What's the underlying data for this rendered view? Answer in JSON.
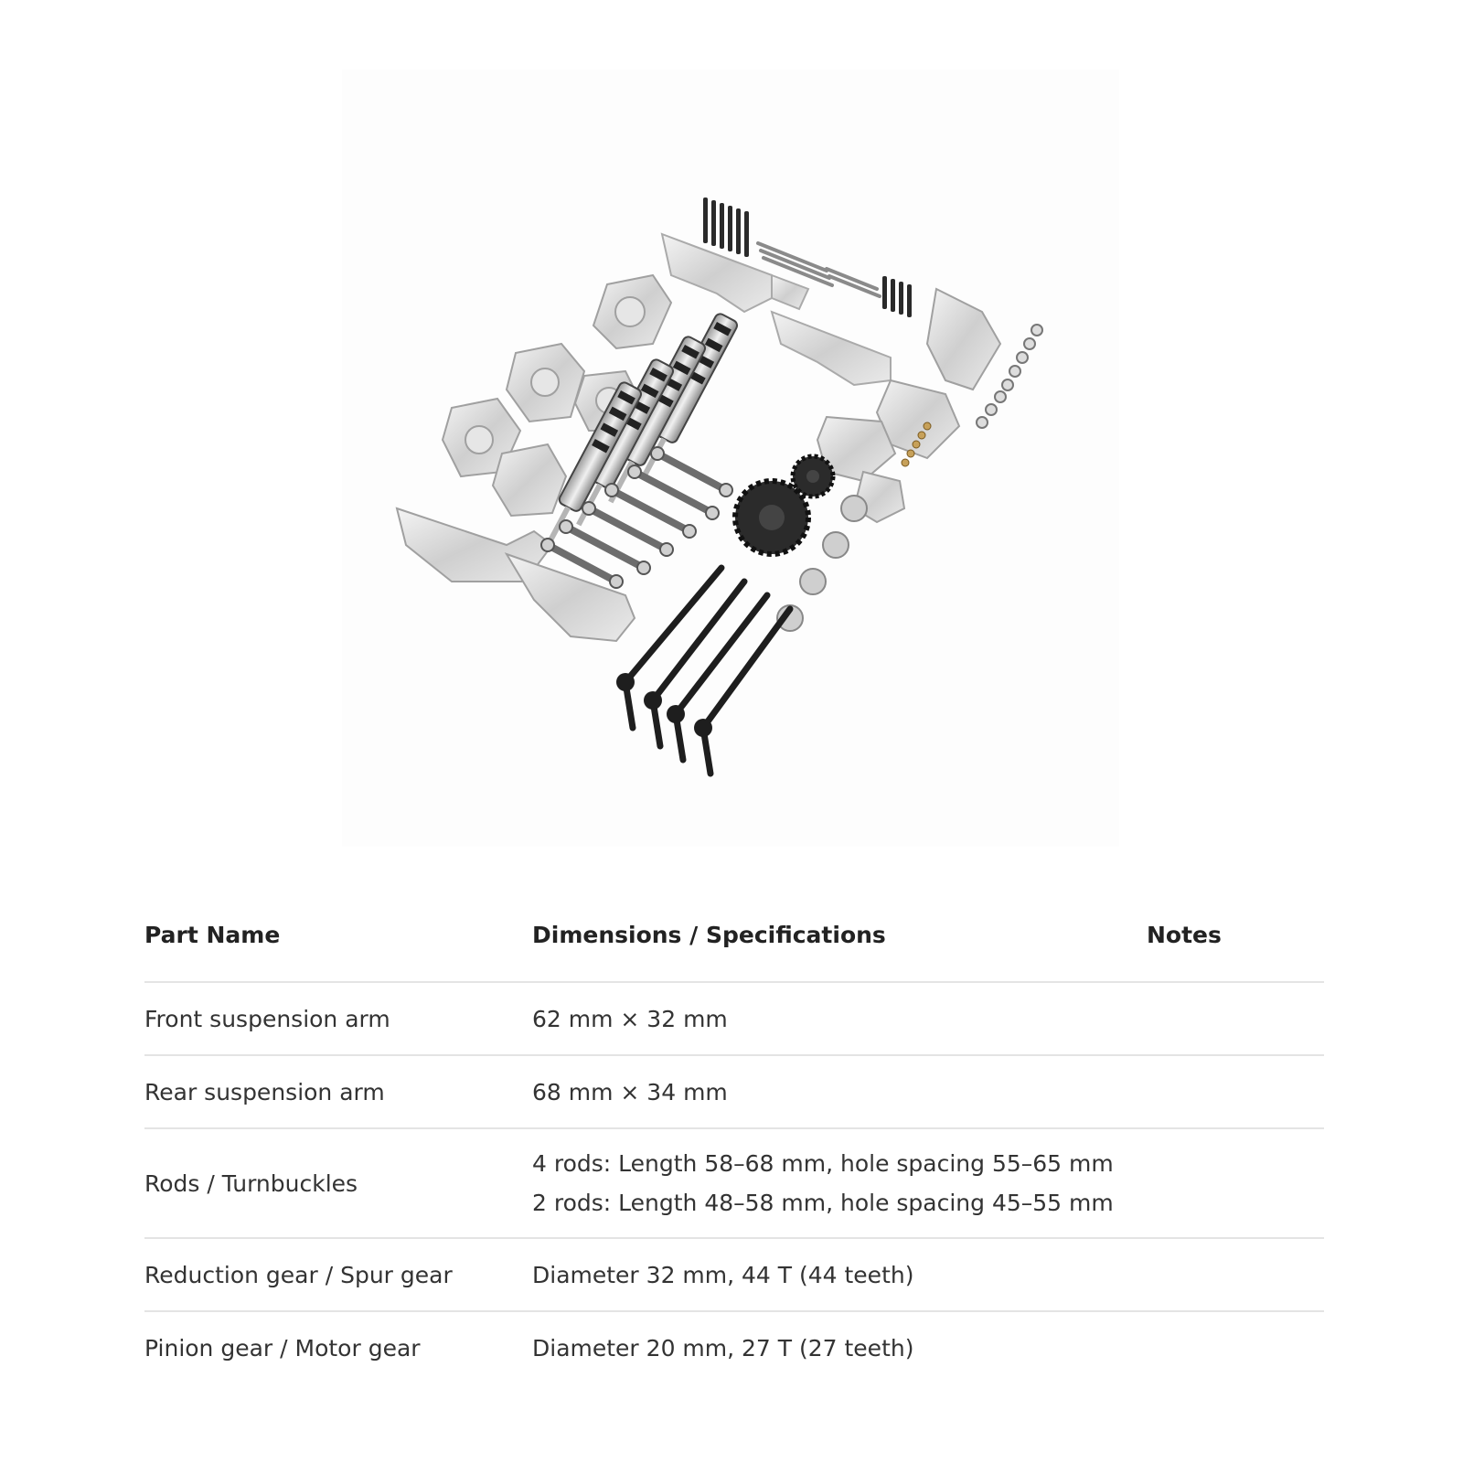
{
  "photo": {
    "icon": "rc-car-upgrade-parts-kit-photo"
  },
  "table": {
    "headers": {
      "part": "Part Name",
      "spec": "Dimensions / Specifications",
      "notes": "Notes"
    },
    "rows": [
      {
        "part": "Front suspension arm",
        "spec": [
          "62 mm × 32 mm"
        ],
        "notes": ""
      },
      {
        "part": "Rear suspension arm",
        "spec": [
          "68 mm × 34 mm"
        ],
        "notes": ""
      },
      {
        "part": "Rods / Turnbuckles",
        "spec": [
          "4 rods: Length 58–68 mm, hole spacing 55–65 mm",
          "2 rods: Length 48–58 mm, hole spacing 45–55 mm"
        ],
        "notes": ""
      },
      {
        "part": "Reduction gear / Spur gear",
        "spec": [
          "Diameter 32 mm, 44 T (44 teeth)"
        ],
        "notes": ""
      },
      {
        "part": "Pinion gear / Motor gear",
        "spec": [
          "Diameter 20 mm, 27 T (27 teeth)"
        ],
        "notes": ""
      }
    ]
  }
}
